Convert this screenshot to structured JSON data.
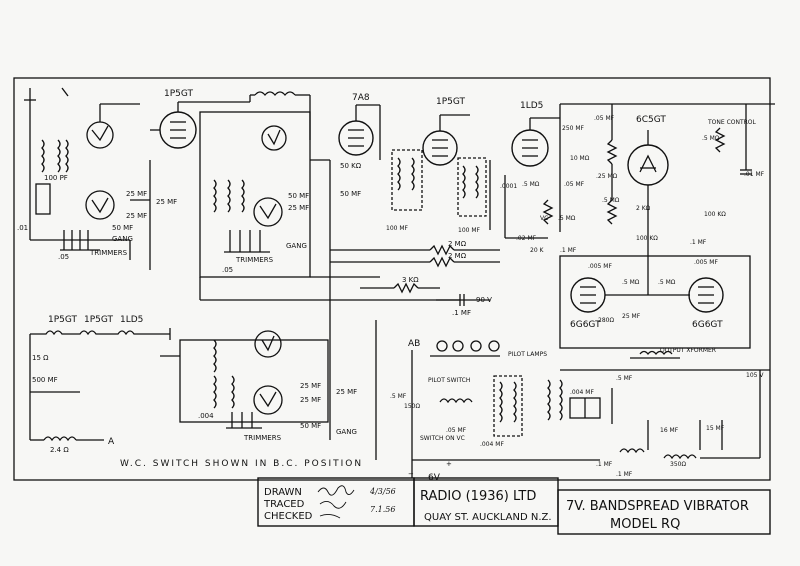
{
  "tubes": {
    "v1": "1P5GT",
    "v2": "7A8",
    "v3": "1P5GT",
    "v4": "1LD5",
    "v5": "6C5GT",
    "v6": "6G6GT",
    "v7": "6G6GT"
  },
  "components": {
    "c_100pf": "100 PF",
    "c_25mf_a": "25 MF",
    "c_25mf_b": "25 MF",
    "c_25mf_c": "25 MF",
    "c_50mf_a": "50 MF",
    "c_gang_a": "GANG",
    "trimmers_a": "TRIMMERS",
    "c_01": ".01",
    "c_05_a": ".05",
    "c_05_b": ".05",
    "c_50mf_b": "50 MF",
    "c_25mf_d": "25 MF",
    "c_gang_b": "GANG",
    "c_50mf_c": "50 MF",
    "r_50ka": "50 KΩ",
    "c_100mf_a": "100 MF",
    "c_100mf_b": "100 MF",
    "r_2mo_a": "2 MΩ",
    "r_2mo_b": "2 MΩ",
    "r_3ko": "3 KΩ",
    "c_1mf_a": ".1 MF",
    "v_90v": "90 V",
    "c_250mf": "250 MF",
    "r_5mo_a": ".5 MΩ",
    "c_05mf": ".05 MF",
    "r_10mo": "10 MΩ",
    "c_05mf_b": ".05 MF",
    "c_0001": ".0001",
    "vc": "VC",
    "r_5mo_vc": ".5 MΩ",
    "c_02mf": ".02 MF",
    "r_20k": "20 K",
    "c_1mf_b": ".1 MF",
    "r_25mo": ".25 MΩ",
    "r_5mo_b": ".5 MΩ",
    "r_2ko": "2 KΩ",
    "r_100ko": "100 KΩ",
    "tone_control": "TONE CONTROL",
    "r_5mo_tone": ".5 MΩ",
    "c_01mf": ".01 MF",
    "r_100ka": "100 KΩ",
    "c_1mf_c": ".1 MF",
    "c_005mf": ".005 MF",
    "r_5mo_c": ".5 MΩ",
    "r_5mo_d": ".5 MΩ",
    "r_280o": "280Ω",
    "c_25mf_e": "25 MF",
    "output_xformer": "OUTPUT XFORMER",
    "v_105v": "105 V",
    "c_25mf_f": "25 MF",
    "c_25mf_g": "25 MF",
    "c_50mf_d": "50 MF",
    "c_25mf_h": "25 MF",
    "c_gang_c": "GANG",
    "c_004": ".004",
    "trimmers_b": "TRIMMERS",
    "r_15a": "15 Ω",
    "c_500mf": "500 MF",
    "coil_24": "2.4 Ω",
    "term_a": "A",
    "term_ab": "AB",
    "pilot_lamps": "PILOT LAMPS",
    "pilot_switch": "PILOT SWITCH",
    "c_5mf": ".5 MF",
    "r_150ohm": "150Ω",
    "c_05mf_c": ".05 MF",
    "switch_on_vc": "SWITCH ON VC",
    "c_004mf": ".004 MF",
    "c_5mf_b": ".5 MF",
    "c_1mf_d": ".1 MF",
    "c_1mf_e": ".1 MF",
    "c_16mf": "16 MF",
    "c_15mf": "15 MF",
    "r_350o": "350Ω",
    "v_6v": "6V",
    "plus": "+",
    "minus": "−",
    "filament_string": [
      "1P5GT",
      "1P5GT",
      "1LD5"
    ]
  },
  "note": "W.C. SWITCH SHOWN IN B.C. POSITION",
  "title_block": {
    "drawn": "DRAWN",
    "traced": "TRACED",
    "checked": "CHECKED",
    "date_drawn": "4/3/56",
    "date_checked": "7.1.56",
    "company": "RADIO (1936) LTD",
    "address": "QUAY ST. AUCKLAND N.Z.",
    "model_desc": "7V. BANDSPREAD VIBRATOR",
    "model": "MODEL RQ"
  }
}
